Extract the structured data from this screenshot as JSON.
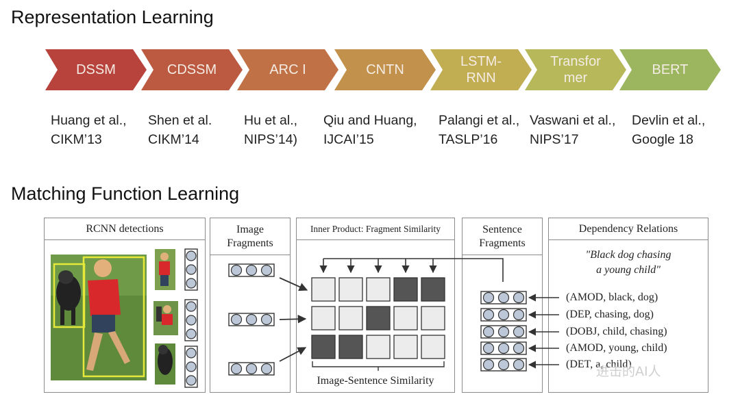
{
  "headings": {
    "representation": "Representation Learning",
    "matching": "Matching Function Learning"
  },
  "timeline": [
    {
      "label": "DSSM",
      "color": "#b8433c",
      "citation": "Huang et al.,\nCIKM’13"
    },
    {
      "label": "CDSSM",
      "color": "#bb5a40",
      "citation": "Shen et al.\nCIKM’14"
    },
    {
      "label": "ARC I",
      "color": "#c07246",
      "citation": "Hu et al.,\nNIPS’14)"
    },
    {
      "label": "CNTN",
      "color": "#c2914c",
      "citation": "Qiu and Huang,\nIJCAI’15"
    },
    {
      "label": "LSTM-\nRNN",
      "color": "#c1ad52",
      "citation": "Palangi et al.,\nTASLP’16"
    },
    {
      "label": "Transfor\nmer",
      "color": "#b6b85a",
      "citation": "Vaswani et al.,\nNIPS’17"
    },
    {
      "label": "BERT",
      "color": "#9cb65f",
      "citation": "Devlin et al.,\nGoogle 18"
    }
  ],
  "panels": {
    "rcnn": "RCNN detections",
    "image_fragments": "Image\nFragments",
    "inner_product": "Inner Product: Fragment Similarity",
    "sentence_fragments": "Sentence\nFragments",
    "dependency": "Dependency Relations"
  },
  "sentence": "\"Black dog chasing\na young child\"",
  "relations": [
    "(AMOD, black, dog)",
    "(DEP, chasing, dog)",
    "(DOBJ, child, chasing)",
    "(AMOD, young, child)",
    "(DET, a, child)"
  ],
  "similarity_label": "Image-Sentence Similarity",
  "similarity_grid": [
    [
      0,
      0,
      0,
      1,
      1
    ],
    [
      0,
      0,
      1,
      0,
      0
    ],
    [
      1,
      1,
      0,
      0,
      0
    ]
  ],
  "watermark": "进击的AI人",
  "colors": {
    "dark_cell": "#555555",
    "light_cell": "#ececec",
    "fragment_circle": "#bcc8d8"
  }
}
